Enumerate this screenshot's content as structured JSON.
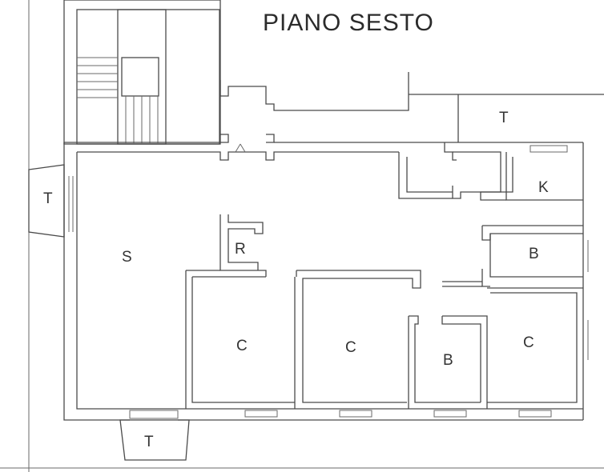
{
  "title": "PIANO SESTO",
  "rooms": [
    {
      "id": "s",
      "label": "S"
    },
    {
      "id": "r",
      "label": "R"
    },
    {
      "id": "c1",
      "label": "C"
    },
    {
      "id": "c2",
      "label": "C"
    },
    {
      "id": "b1",
      "label": "B"
    },
    {
      "id": "c3",
      "label": "C"
    },
    {
      "id": "b2",
      "label": "B"
    },
    {
      "id": "k",
      "label": "K"
    },
    {
      "id": "t_top",
      "label": "T"
    },
    {
      "id": "t_left",
      "label": "T"
    },
    {
      "id": "t_bottom",
      "label": "T"
    }
  ],
  "colors": {
    "wall": "#4a4a4a",
    "background": "#ffffff"
  }
}
